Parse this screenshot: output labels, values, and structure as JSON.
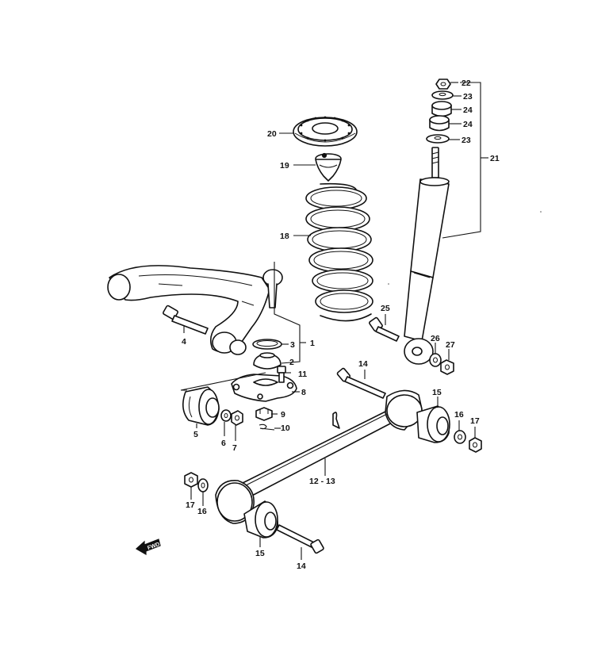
{
  "callouts": {
    "c1": "1",
    "c2": "2",
    "c3": "3",
    "c4": "4",
    "c5": "5",
    "c6": "6",
    "c7": "7",
    "c8": "8",
    "c9": "9",
    "c10": "10",
    "c11": "11",
    "c12_13": "12 - 13",
    "c14a": "14",
    "c14b": "14",
    "c15a": "15",
    "c15b": "15",
    "c16a": "16",
    "c16b": "16",
    "c17a": "17",
    "c17b": "17",
    "c18": "18",
    "c19": "19",
    "c20": "20",
    "c21": "21",
    "c22": "22",
    "c23a": "23",
    "c23b": "23",
    "c24a": "24",
    "c24b": "24",
    "c25": "25",
    "c26": "26",
    "c27": "27"
  },
  "fwd_label": "FWD"
}
